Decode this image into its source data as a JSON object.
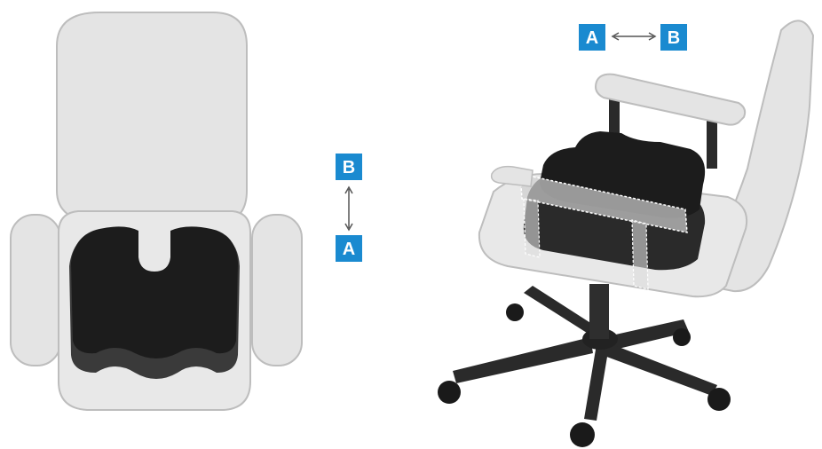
{
  "colors": {
    "badge": "#1a8ad0",
    "chair_light": "#e6e6e6",
    "chair_outline": "#bdbdbd",
    "cushion": "#1c1c1c",
    "cushion_edge": "#3a3a3a",
    "base": "#2a2a2a"
  },
  "top_view": {
    "badge_top": "B",
    "badge_bottom": "A",
    "arrow_icon": "vertical-double-arrow-icon"
  },
  "side_view": {
    "badge_left": "A",
    "badge_right": "B",
    "arrow_icon": "horizontal-double-arrow-icon"
  }
}
